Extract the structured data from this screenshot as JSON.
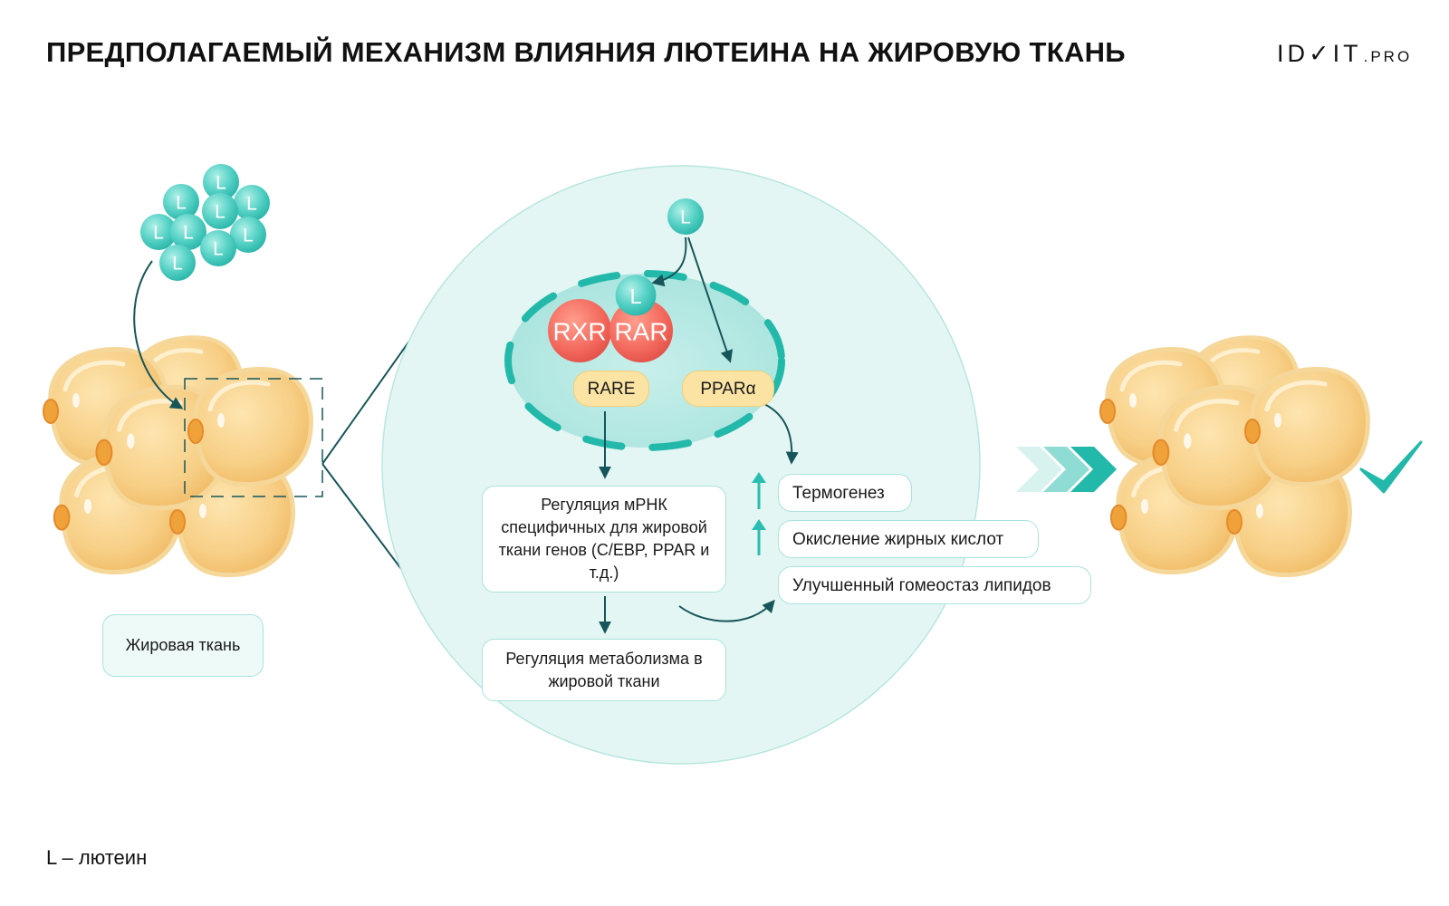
{
  "title": "ПРЕДПОЛАГАЕМЫЙ МЕХАНИЗМ ВЛИЯНИЯ ЛЮТЕИНА НА ЖИРОВУЮ ТКАНЬ",
  "brand": {
    "main": "ID✓IT",
    "suffix": ".PRO"
  },
  "lutein_symbol": "L",
  "receptors": {
    "rxr": "RXR",
    "rar": "RAR"
  },
  "elements": {
    "rare": "RARE",
    "ppar": "PPARα"
  },
  "regulation": {
    "mrna": "Регуляция мРНК специфичных для жировой ткани генов (C/EBP, PPAR и т.д.)",
    "metabolism": "Регуляция метаболизма в жировой ткани"
  },
  "effects": [
    {
      "label": "Термогенез",
      "increase": true
    },
    {
      "label": "Окисление жирных кислот",
      "increase": true
    },
    {
      "label": "Улучшенный гомеостаз липидов",
      "increase": false
    }
  ],
  "tissue_label": "Жировая ткань",
  "legend": "L – лютеин",
  "colors": {
    "teal": "#2bbdb1",
    "teal_dark": "#16565a",
    "circle_fill": "#e4f6f3",
    "nucleus_fill": "#bdeae5",
    "fat_cell": "#f4c56f",
    "pill": "#fbe3a4",
    "receptor": "#ee6257"
  }
}
